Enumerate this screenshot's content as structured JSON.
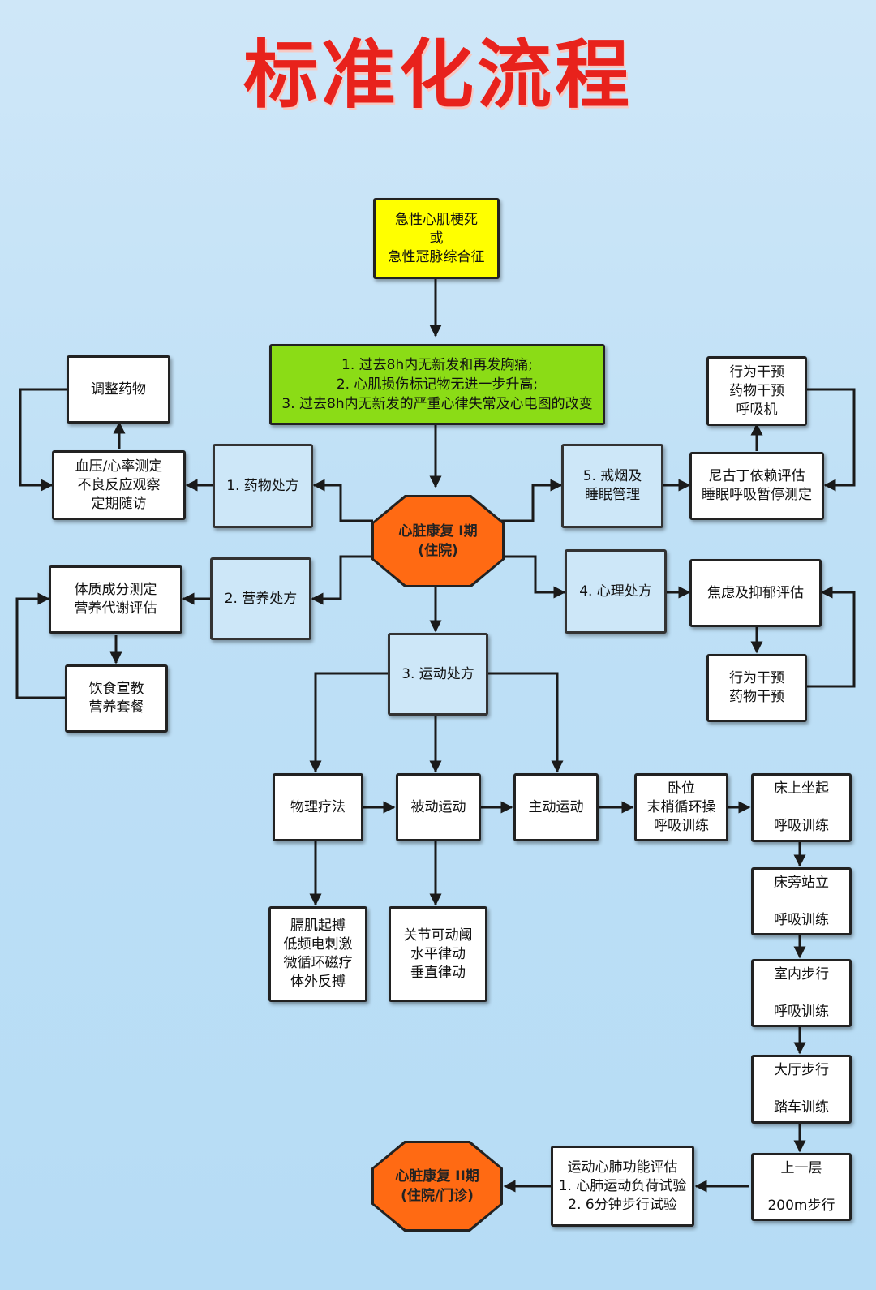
{
  "title": "标准化流程",
  "nodes": {
    "start": "急性心肌梗死\n或\n急性冠脉综合征",
    "criteria": "1. 过去8h内无新发和再发胸痛;\n2. 心肌损伤标记物无进一步升高;\n3. 过去8h内无新发的严重心律失常及心电图的改变",
    "phase1": "心脏康复 I期\n(住院)",
    "drug_rx": "1. 药物处方",
    "bp_monitor": "血压/心率测定\n不良反应观察\n定期随访",
    "adjust_drug": "调整药物",
    "nutrition_rx": "2. 营养处方",
    "body_comp": "体质成分测定\n营养代谢评估",
    "diet": "饮食宣教\n营养套餐",
    "exercise_rx": "3. 运动处方",
    "smoking_sleep": "5. 戒烟及\n睡眠管理",
    "nicotine": "尼古丁依赖评估\n睡眠呼吸暂停测定",
    "interventions_top": "行为干预\n药物干预\n呼吸机",
    "psych_rx": "4. 心理处方",
    "anxiety": "焦虑及抑郁评估",
    "interventions_mid": "行为干预\n药物干预",
    "physio": "物理疗法",
    "passive": "被动运动",
    "active": "主动运动",
    "supine": "卧位\n末梢循环操\n呼吸训练",
    "sit_up": "床上坐起\n\n呼吸训练",
    "stand": "床旁站立\n\n呼吸训练",
    "walk_room": "室内步行\n\n呼吸训练",
    "walk_hall": "大厅步行\n\n踏车训练",
    "upstairs": "上一层\n\n200m步行",
    "physio_detail": "膈肌起搏\n低频电刺激\n微循环磁疗\n体外反搏",
    "passive_detail": "关节可动阈\n水平律动\n垂直律动",
    "cardio_eval": "运动心肺功能评估\n1. 心肺运动负荷试验\n2. 6分钟步行试验",
    "phase2": "心脏康复 II期\n(住院/门诊)"
  },
  "colors": {
    "title": "#e8221c",
    "start_box": "#ffff00",
    "criteria_box": "#8bdc16",
    "phase_octagon": "#ff6a13",
    "light_box": "#cde7f8",
    "background": "#bfe0f6"
  }
}
